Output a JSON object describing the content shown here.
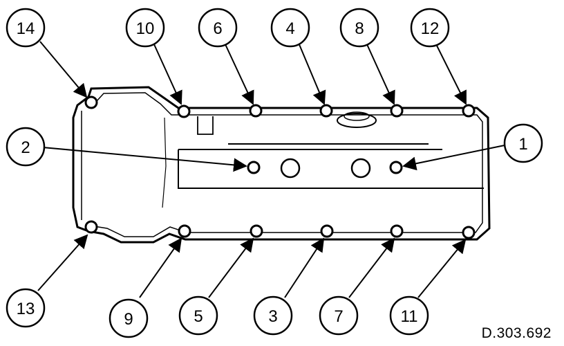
{
  "reference_code": "D.303.692",
  "callouts": [
    {
      "label": "14"
    },
    {
      "label": "10"
    },
    {
      "label": "6"
    },
    {
      "label": "4"
    },
    {
      "label": "8"
    },
    {
      "label": "12"
    },
    {
      "label": "2"
    },
    {
      "label": "1"
    },
    {
      "label": "13"
    },
    {
      "label": "9"
    },
    {
      "label": "5"
    },
    {
      "label": "3"
    },
    {
      "label": "7"
    },
    {
      "label": "11"
    }
  ]
}
